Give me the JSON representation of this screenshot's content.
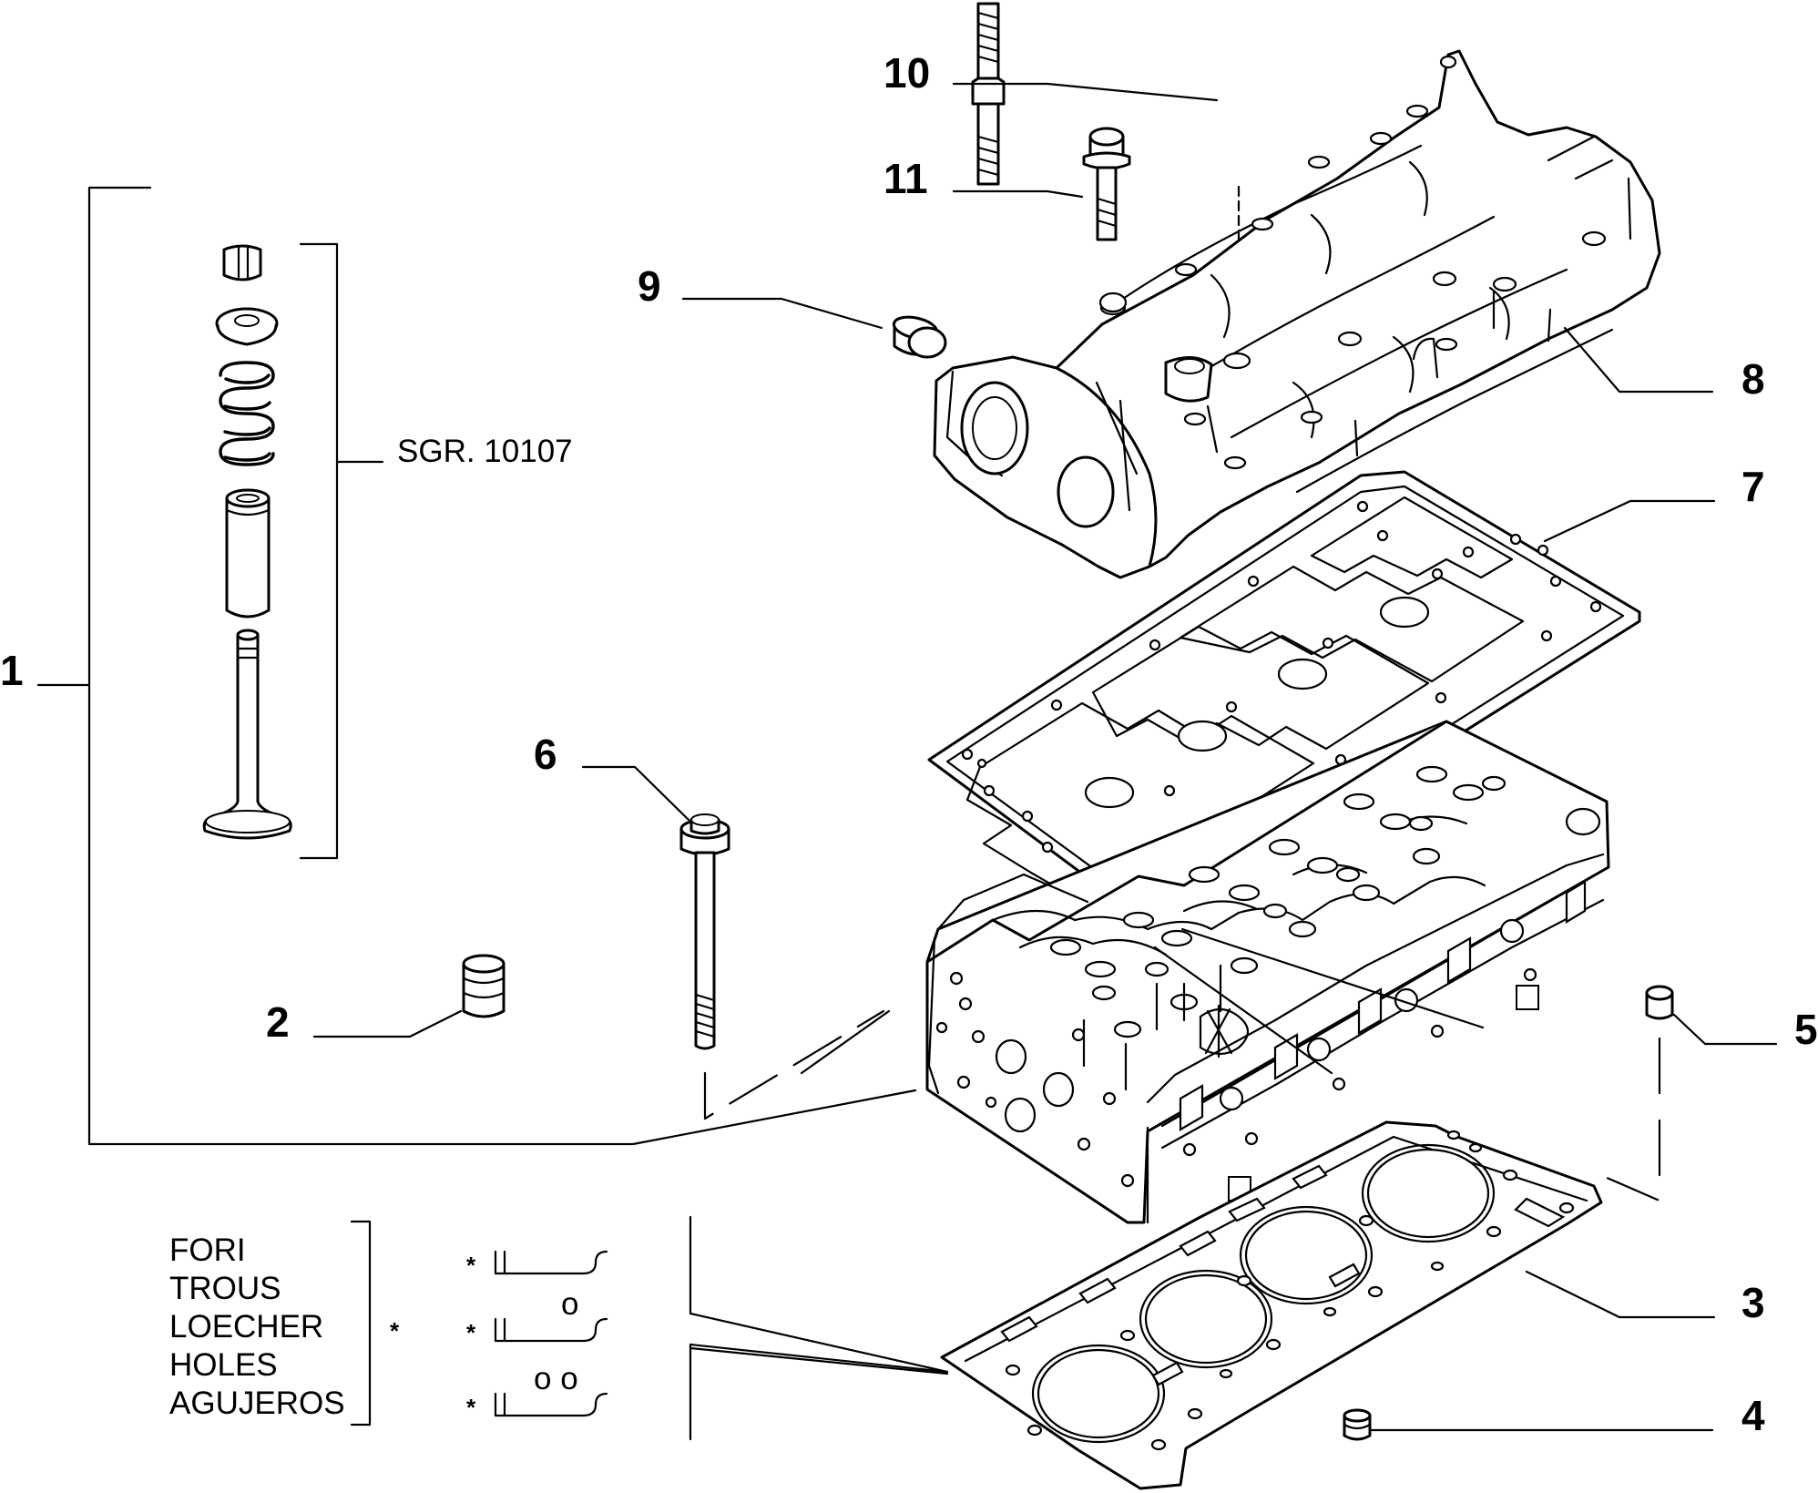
{
  "callouts": [
    {
      "id": "1",
      "label": "1"
    },
    {
      "id": "2",
      "label": "2"
    },
    {
      "id": "3",
      "label": "3"
    },
    {
      "id": "4",
      "label": "4"
    },
    {
      "id": "5",
      "label": "5"
    },
    {
      "id": "6",
      "label": "6"
    },
    {
      "id": "7",
      "label": "7"
    },
    {
      "id": "8",
      "label": "8"
    },
    {
      "id": "9",
      "label": "9"
    },
    {
      "id": "10",
      "label": "10"
    },
    {
      "id": "11",
      "label": "11"
    }
  ],
  "subgroup_ref": "SGR. 10107",
  "holes_legend": {
    "words": [
      "FORI",
      "TROUS",
      "LOECHER",
      "HOLES",
      "AGUJEROS"
    ],
    "asterisk": "*",
    "variant_holes": [
      "",
      "o",
      "o o"
    ]
  }
}
